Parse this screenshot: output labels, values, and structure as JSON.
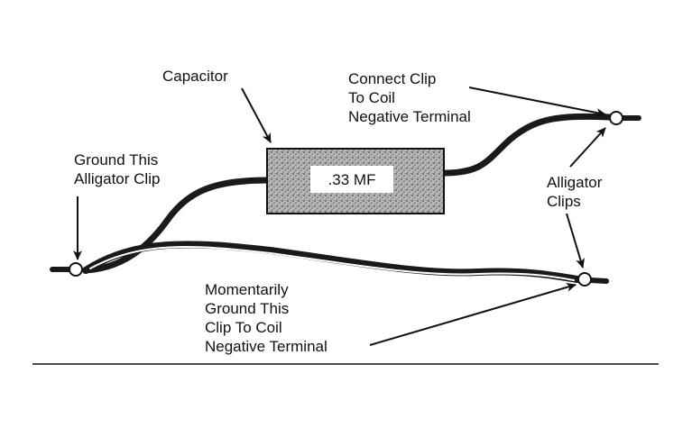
{
  "capacitor": {
    "title": "Capacitor",
    "value": ".33 MF"
  },
  "labels": {
    "ground_clip": [
      "Ground This",
      "Alligator Clip"
    ],
    "connect_clip": [
      "Connect Clip",
      "To Coil",
      "Negative Terminal"
    ],
    "alligator_clips": [
      "Alligator",
      "Clips"
    ],
    "momentary": [
      "Momentarily",
      "Ground This",
      "Clip To Coil",
      "Negative Terminal"
    ]
  },
  "colors": {
    "ink": "#111111",
    "capacitor_fill": "#9a9a9a",
    "wire": "#1a1a1a",
    "clip_fill": "#ffffff"
  }
}
